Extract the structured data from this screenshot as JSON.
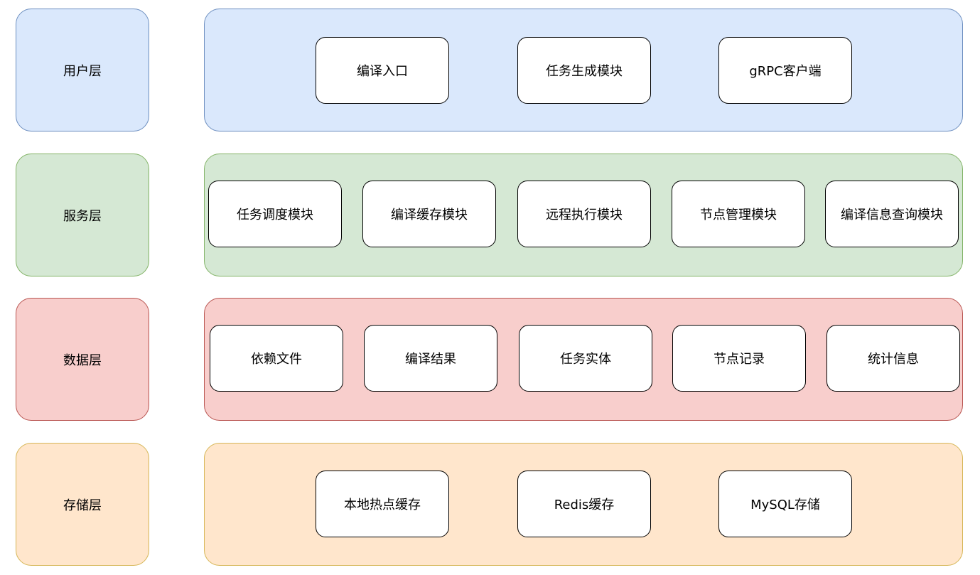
{
  "layers": {
    "user": {
      "label": "用户层",
      "modules": [
        "编译入口",
        "任务生成模块",
        "gRPC客户端"
      ],
      "fill": "#dae8fc",
      "stroke": "#6c8ebf"
    },
    "service": {
      "label": "服务层",
      "modules": [
        "任务调度模块",
        "编译缓存模块",
        "远程执行模块",
        "节点管理模块",
        "编译信息查询模块"
      ],
      "fill": "#d5e8d4",
      "stroke": "#82b366"
    },
    "data": {
      "label": "数据层",
      "modules": [
        "依赖文件",
        "编译结果",
        "任务实体",
        "节点记录",
        "统计信息"
      ],
      "fill": "#f8cecc",
      "stroke": "#b85450"
    },
    "storage": {
      "label": "存储层",
      "modules": [
        "本地热点缓存",
        "Redis缓存",
        "MySQL存储"
      ],
      "fill": "#ffe6cc",
      "stroke": "#d6b656"
    }
  }
}
